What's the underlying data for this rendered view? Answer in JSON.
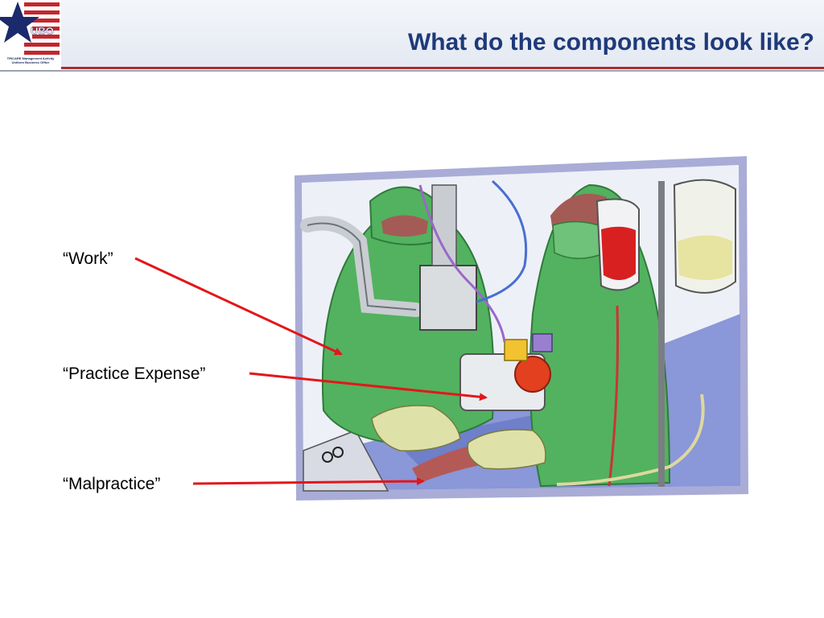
{
  "header": {
    "title": "What do the components look like?",
    "logo": {
      "text": "UBO",
      "caption_line1": "TRICARE Management Activity",
      "caption_line2": "Uniform Business Office",
      "icon": "star-stripes-logo"
    }
  },
  "labels": {
    "work": "“Work”",
    "practice_expense": "“Practice Expense”",
    "malpractice": "“Malpractice”"
  },
  "illustration": {
    "icon": "surgery-operating-room-clipart"
  },
  "colors": {
    "title": "#1f3a7a",
    "accent_red": "#b5282c",
    "arrow": "#e3161b",
    "frame": "#a9acd6"
  }
}
